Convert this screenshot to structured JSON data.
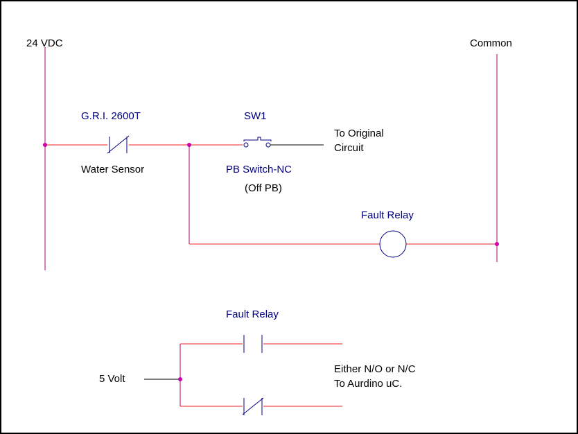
{
  "labels": {
    "supply": "24 VDC",
    "common": "Common",
    "sensor_model": "G.R.I. 2600T",
    "sensor_desc": "Water Sensor",
    "switch_id": "SW1",
    "switch_type": "PB Switch-NC",
    "switch_note": "(Off PB)",
    "to_circuit_1": "To Original",
    "to_circuit_2": "Circuit",
    "relay_coil": "Fault Relay",
    "relay_contacts": "Fault Relay",
    "five_volt": "5 Volt",
    "output_1": "Either N/O or N/C",
    "output_2": "To Aurdino uC."
  },
  "colors": {
    "text_black": "#000000",
    "text_blue": "#000080",
    "wire_red": "#ee2222",
    "rail_magenta": "#aa0066",
    "node": "#cc00aa",
    "border": "#000000"
  }
}
